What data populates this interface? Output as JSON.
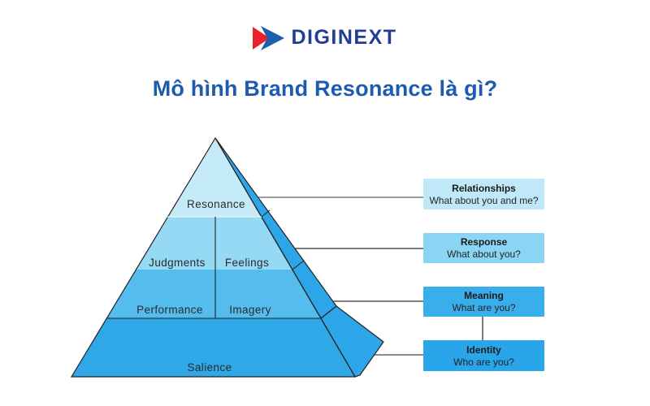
{
  "logo": {
    "text": "DIGINEXT",
    "text_color": "#203f94",
    "icon_red": "#e8232e",
    "icon_blue": "#1d5fae"
  },
  "title": {
    "text": "Mô hình Brand Resonance là gì?",
    "color": "#1d5bb0"
  },
  "pyramid": {
    "label_color": "#2b2b2b",
    "levels": {
      "resonance": "Resonance",
      "judgments": "Judgments",
      "feelings": "Feelings",
      "performance": "Performance",
      "imagery": "Imagery",
      "salience": "Salience"
    },
    "colors": {
      "resonance": "#c6ebf8",
      "judgments_feelings": "#96d9f5",
      "performance_imagery": "#55bdee",
      "salience": "#30a8e8",
      "side_face": "#2ca6e8",
      "outline": "#222222",
      "level_divider_light": "#e6eef2"
    }
  },
  "connectors": {
    "colors": [
      "#7a7a7a",
      "#333333",
      "#333333",
      "#666666",
      "#333333"
    ]
  },
  "boxes": [
    {
      "title": "Relationships",
      "subtitle": "What about you and me?",
      "color": "#bfe9f8"
    },
    {
      "title": "Response",
      "subtitle": "What about you?",
      "color": "#8ad4f4"
    },
    {
      "title": "Meaning",
      "subtitle": "What are you?",
      "color": "#38aeea"
    },
    {
      "title": "Identity",
      "subtitle": "Who are you?",
      "color": "#29a5e9"
    }
  ]
}
